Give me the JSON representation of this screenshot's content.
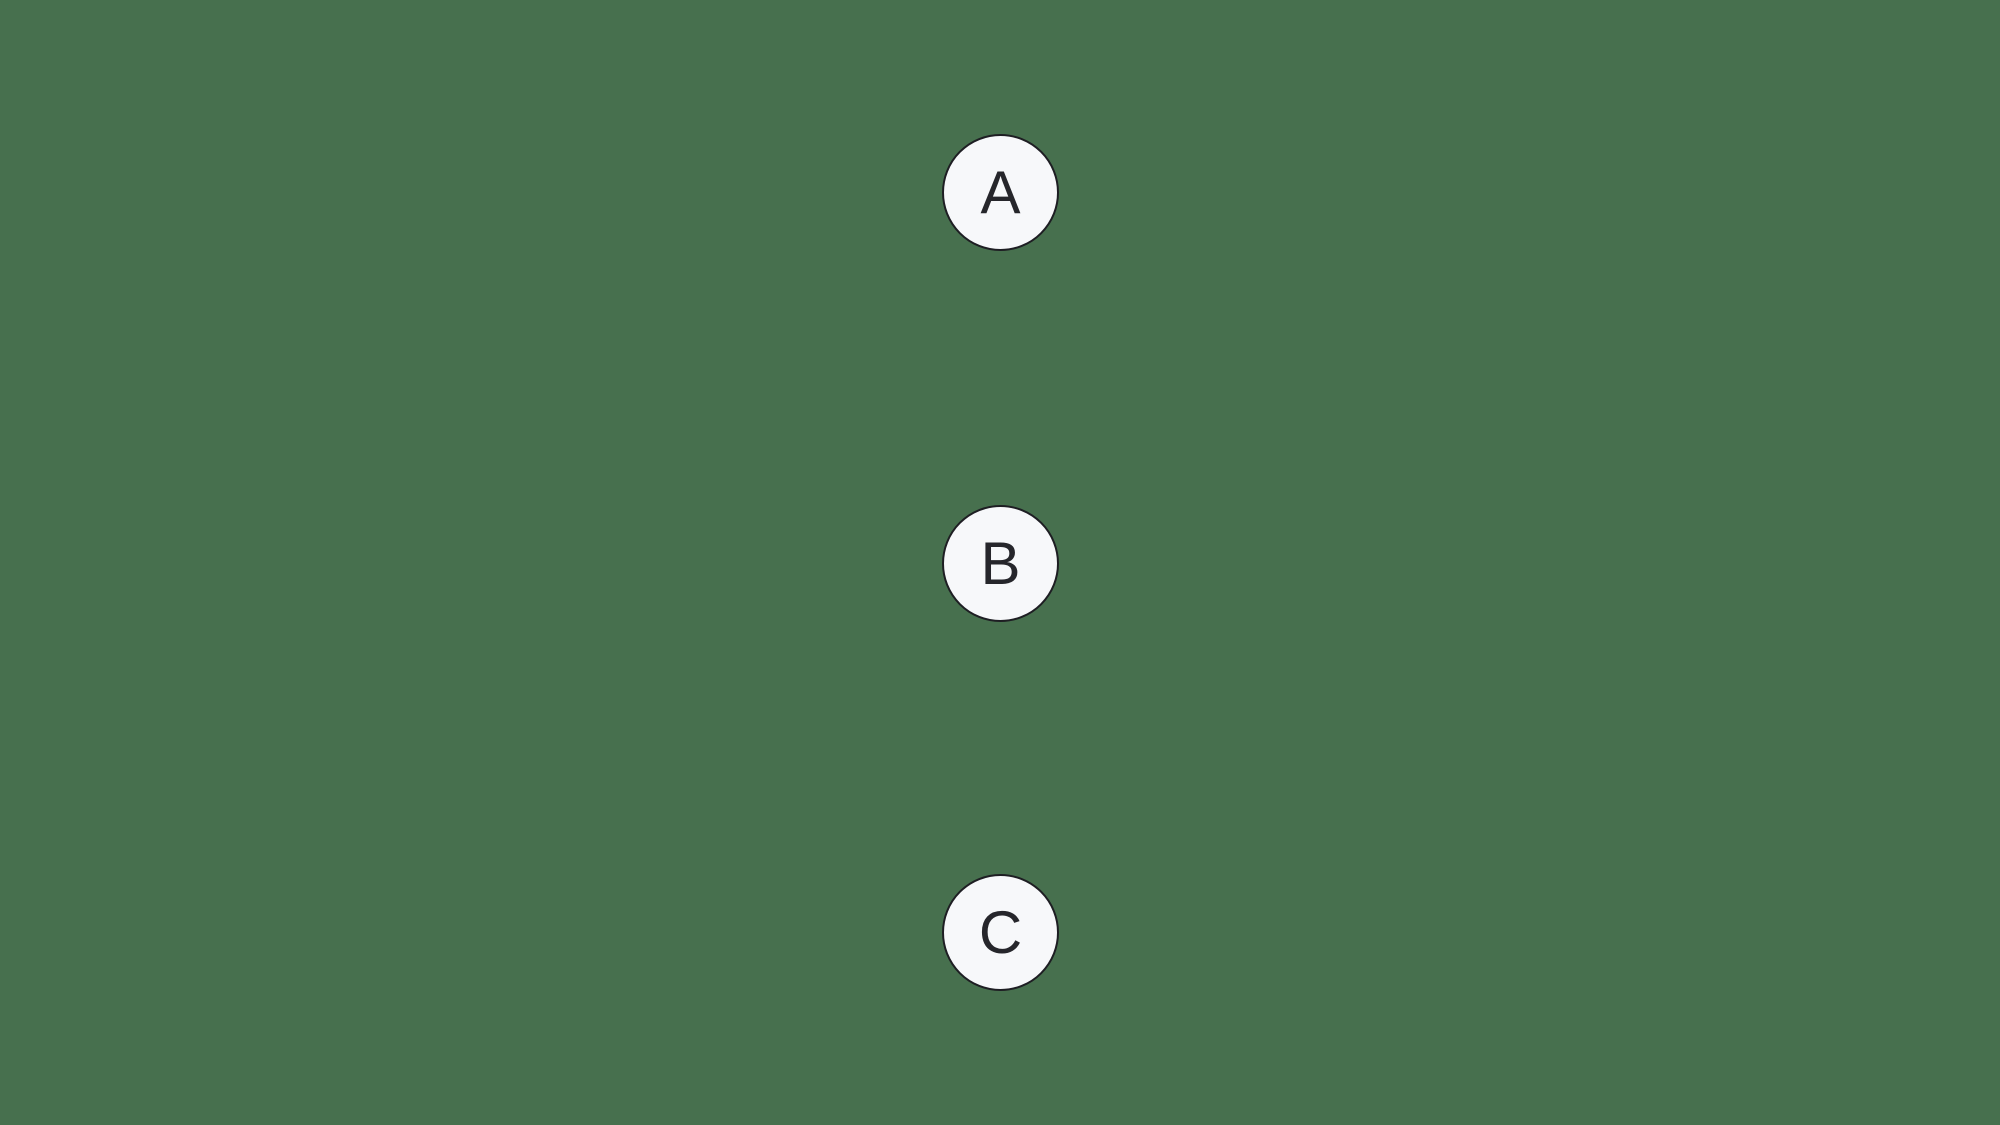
{
  "background_color": "#47704e",
  "diagram": {
    "type": "node-diagram",
    "description": "Three unconnected circular nodes arranged vertically",
    "node_fill": "#f7f8fa",
    "node_border_color": "#1e1e23",
    "label_color": "#26262b",
    "edges": [],
    "nodes": [
      {
        "id": "A",
        "label": "A"
      },
      {
        "id": "B",
        "label": "B"
      },
      {
        "id": "C",
        "label": "C"
      }
    ]
  }
}
